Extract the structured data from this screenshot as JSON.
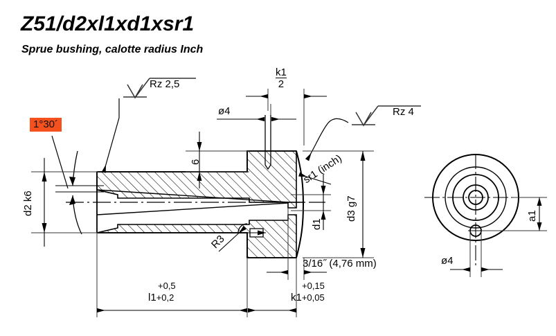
{
  "header": {
    "title": "Z51/d2xl1xd1xsr1",
    "subtitle": "Sprue bushing, calotte radius Inch"
  },
  "drawing": {
    "type": "engineering-section-drawing",
    "annotations": {
      "angle_callout": "1°30´",
      "angle_callout_highlight_color": "#F4511E",
      "surface_finish_left": "Rz 2,5",
      "surface_finish_right": "Rz 4",
      "dim_d2": "d2 k6",
      "dim_d3": "d3 g7",
      "dim_d1": "d1",
      "dim_a1": "a1",
      "dim_6": "6",
      "dim_o4_top": "ø4",
      "dim_o4_side": "ø4",
      "dim_k1_half_num": "k1",
      "dim_k1_half_den": "2",
      "radius_r3": "R3",
      "sphere_radius": "sr1 (inch)",
      "inch_note": "3/16˝ (4,76 mm)",
      "dim_l1_base": "l1",
      "dim_l1_upper": "+0,5",
      "dim_l1_lower": "+0,2",
      "dim_k1_base": "k1",
      "dim_k1_upper": "+0,15",
      "dim_k1_lower": "+0,05"
    },
    "colors": {
      "line": "#000000",
      "thin_line": "#333333",
      "background": "#ffffff",
      "highlight": "#F4511E"
    }
  }
}
